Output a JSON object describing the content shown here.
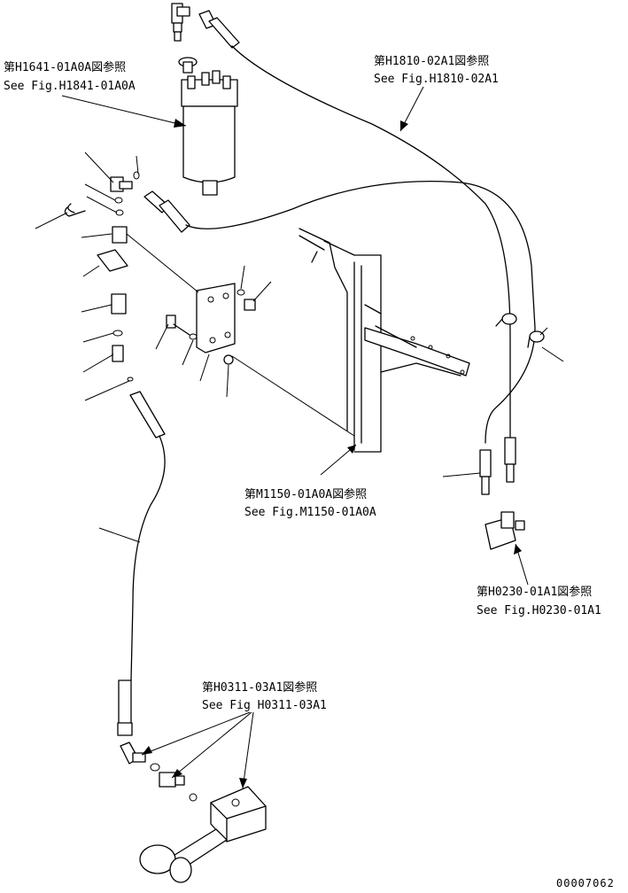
{
  "references": [
    {
      "jp": "第H1641-01A0A図参照",
      "en": "See Fig.H1841-01A0A"
    },
    {
      "jp": "第H1810-02A1図参照",
      "en": "See Fig.H1810-02A1"
    },
    {
      "jp": "第M1150-01A0A図参照",
      "en": "See Fig.M1150-01A0A"
    },
    {
      "jp": "第H0230-01A1図参照",
      "en": "See Fig.H0230-01A1"
    },
    {
      "jp": "第H0311-03A1図参照",
      "en": "See Fig H0311-03A1"
    }
  ],
  "figure_number": "00007062"
}
